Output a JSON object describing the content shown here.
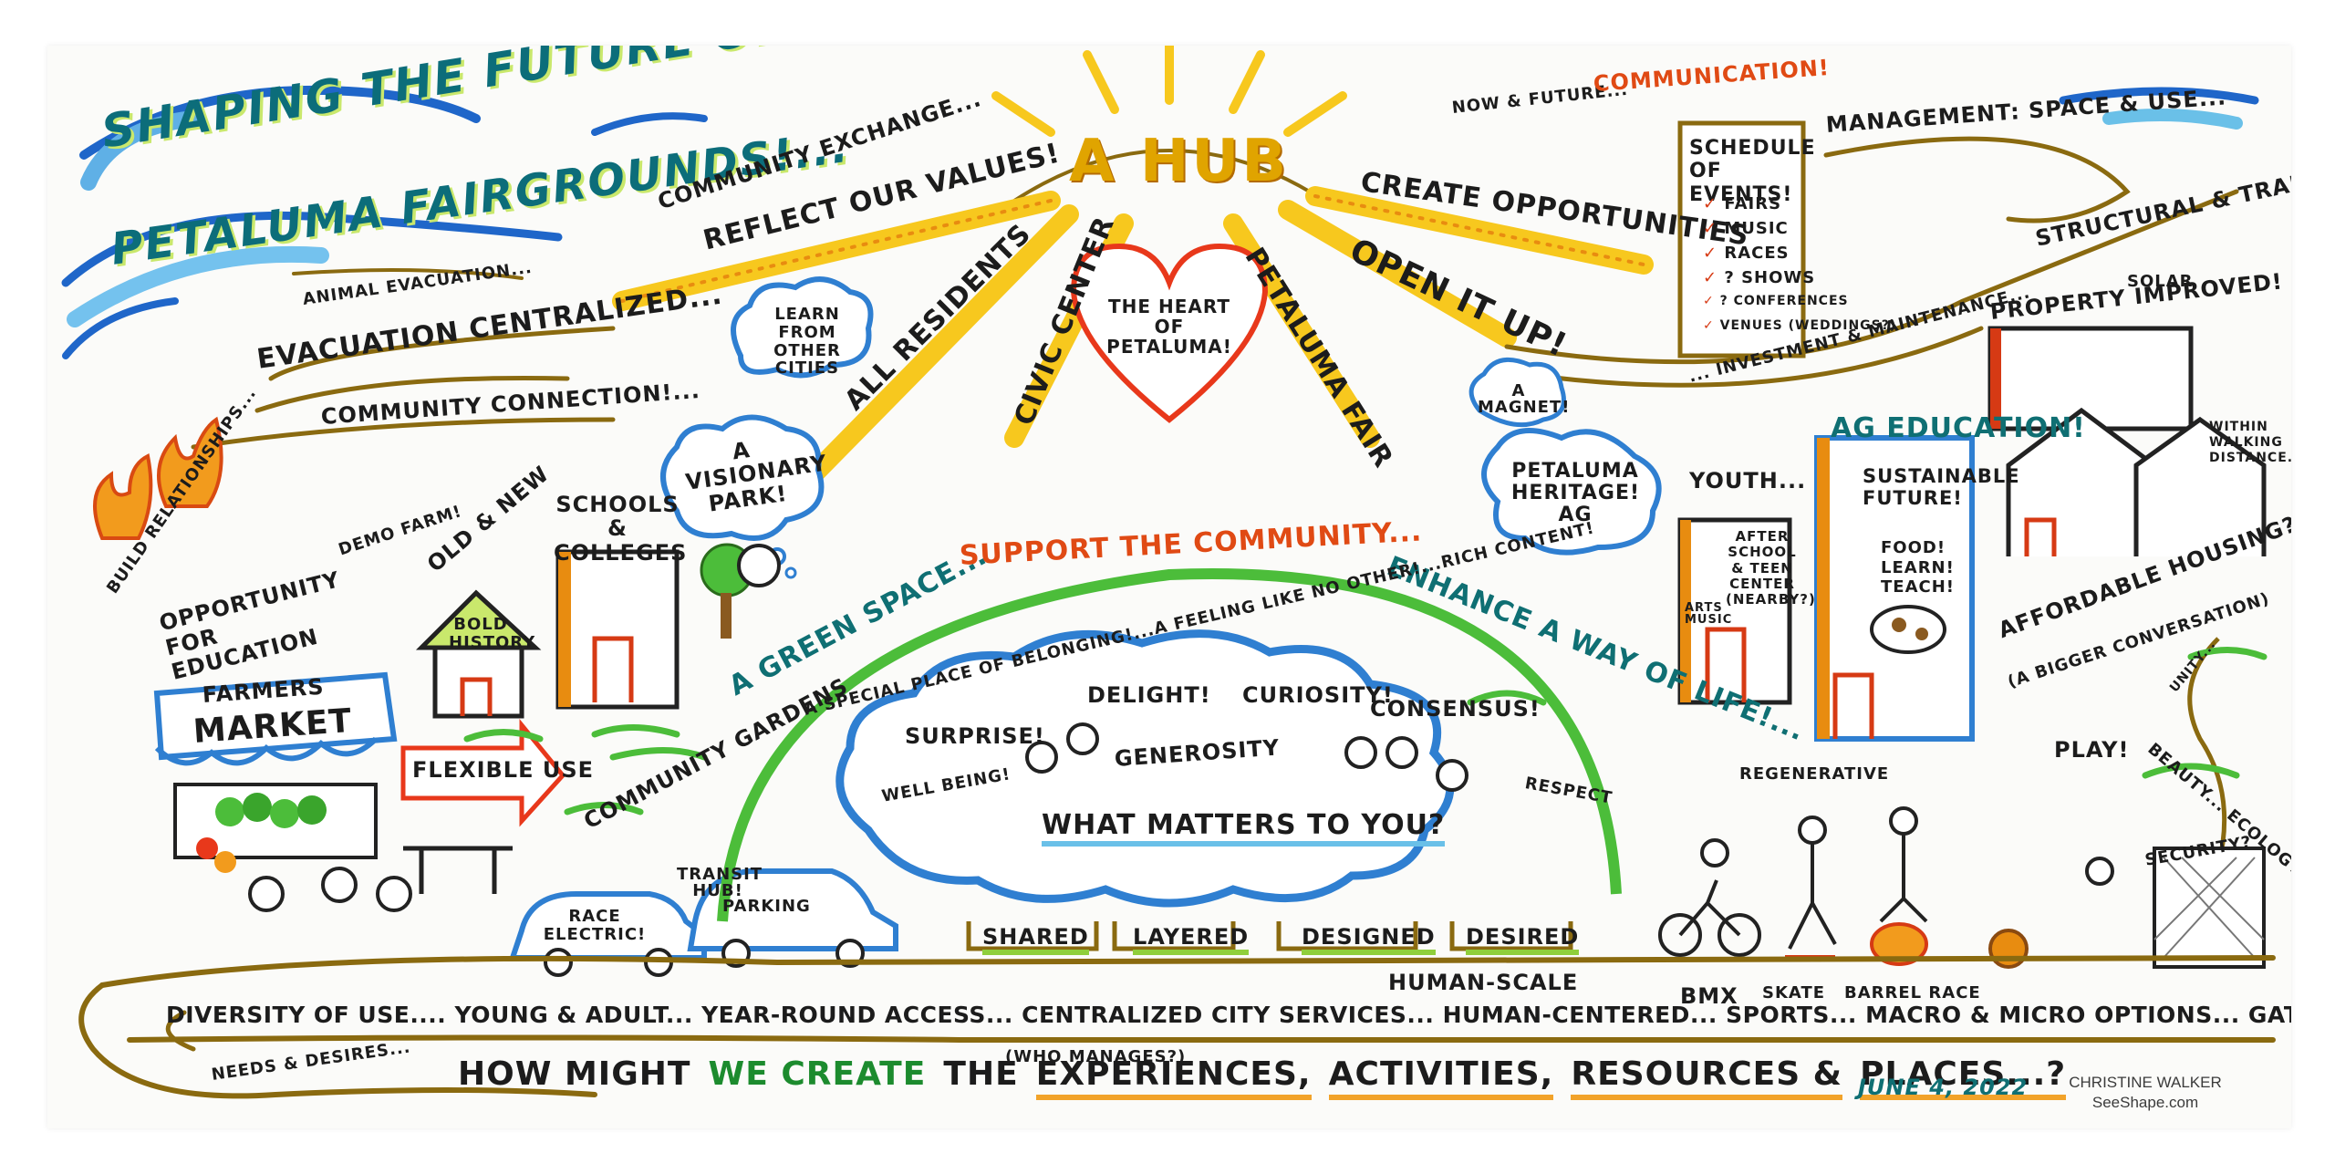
{
  "title": {
    "line1": "SHAPING the FUTURE of the...",
    "line2": "PETALUMA FAIRGROUNDS!..."
  },
  "hub": {
    "label": "A HUB",
    "heart": "THE HEART OF PETALUMA!",
    "rays": [
      "COMMUNITY EXCHANGE...",
      "REFLECT OUR VALUES!",
      "ALL RESIDENTS",
      "CIVIC CENTER",
      "PETALUMA FAIR",
      "OPEN IT UP!",
      "CREATE OPPORTUNITIES",
      "NOW & FUTURE..."
    ]
  },
  "schedule": {
    "heading": "COMMUNICATION!",
    "title": "SCHEDULE OF EVENTS!",
    "items": [
      "FAIRS",
      "MUSIC",
      "RACES",
      "? SHOWS",
      "? CONFERENCES",
      "VENUES (WEDDINGS?)"
    ]
  },
  "left": {
    "animal_evacuation": "ANIMAL EVACUATION...",
    "evacuation_centralized": "EVACUATION CENTRALIZED...",
    "community_connection": "COMMUNITY CONNECTION!...",
    "learn_other_cities": "LEARN FROM OTHER CITIES",
    "visionary_park": "A VISIONARY PARK!",
    "build_relationships": "BUILD RELATIONSHIPS...",
    "demo_farm": "DEMO FARM!",
    "opportunity_education": "OPPORTUNITY for EDUCATION",
    "old_new": "OLD & NEW",
    "bold_history": "BOLD HISTORY",
    "schools_colleges": "SCHOOLS & COLLEGES",
    "farmers_market_1": "FARMERS",
    "farmers_market_2": "MARKET",
    "flexible_use": "FLEXIBLE USE",
    "community_gardens": "COMMUNITY GARDENS",
    "transit_hub": "TRANSIT HUB!",
    "race_electric": "RACE ELECTRIC!",
    "parking": "PARKING"
  },
  "center": {
    "arc_green": "A GREEN SPACE...",
    "arc_support": "SUPPORT THE COMMUNITY...",
    "arc_enhance": "ENHANCE A WAY OF LIFE!...",
    "belonging": "A SPECIAL PLACE OF BELONGING!...A FEELING LIKE NO OTHER!...RICH CONTENT!",
    "surprise": "SURPRISE!",
    "delight": "DELIGHT!",
    "curiosity": "CURIOSITY!",
    "consensus": "CONSENSUS!",
    "well_being": "WELL BEING!",
    "generosity": "GENEROSITY",
    "respect": "RESPECT",
    "what_matters": "WHAT MATTERS TO YOU?",
    "pillars": [
      "SHARED",
      "LAYERED",
      "DESIGNED",
      "DESIRED"
    ]
  },
  "right": {
    "management": "MANAGEMENT: SPACE & USE...",
    "structural": "STRUCTURAL & TRANSIT...",
    "solar": "SOLAR",
    "investment": "... INVESTMENT & MAINTENANCE...",
    "property_improved": "PROPERTY IMPROVED!",
    "a_magnet": "A MAGNET!",
    "heritage": "PETALUMA HERITAGE! AG",
    "ag_education": "AG EDUCATION!",
    "youth": "YOUTH...",
    "after_school": "AFTER SCHOOL & TEEN CENTER (NEARBY?)",
    "arts_music": "ARTS MUSIC",
    "sustainable": "SUSTAINABLE FUTURE!",
    "food_learn_teach": "FOOD! LEARN! TEACH!",
    "walking": "WITHIN WALKING DISTANCE...",
    "affordable": "AFFORDABLE HOUSING?",
    "bigger_conversation": "(A BIGGER CONVERSATION)",
    "unity": "UNITY...",
    "beauty": "BEAUTY... ECOLOGY",
    "play": "PLAY!",
    "regenerative": "REGENERATIVE",
    "security": "SECURITY?"
  },
  "banner": {
    "labels_above": [
      "HUMAN-SCALE",
      "BMX",
      "SKATE",
      "BARREL RACE"
    ],
    "line": "DIVERSITY OF USE.... YOUNG & ADULT... YEAR-ROUND ACCESS... CENTRALIZED CITY SERVICES... HUMAN-CENTERED... SPORTS... MACRO & MICRO OPTIONS... GATHERINGS...",
    "who_manages": "(WHO MANAGES?)",
    "needs": "NEEDS & DESIRES..."
  },
  "bottom": {
    "how_might": "HOW MIGHT",
    "we_create": "WE CREATE",
    "rest_1": "THE",
    "experiences": "EXPERIENCES,",
    "activities": "ACTIVITIES,",
    "resources": "RESOURCES &",
    "places": "PLACES...?"
  },
  "date": "JUNE 4, 2022",
  "credit": {
    "name": "CHRISTINE WALKER",
    "site": "SeeShape.com"
  },
  "colors": {
    "sun_yellow": "#f7c81e",
    "sun_orange": "#e88c10",
    "heart_red": "#e8381b",
    "arc_green": "#4cbd3a",
    "cloud_blue": "#2f7fd1",
    "sky_blue": "#1f66c9",
    "ink": "#1c1c1c",
    "gold_ribbon": "#8a6a10"
  }
}
